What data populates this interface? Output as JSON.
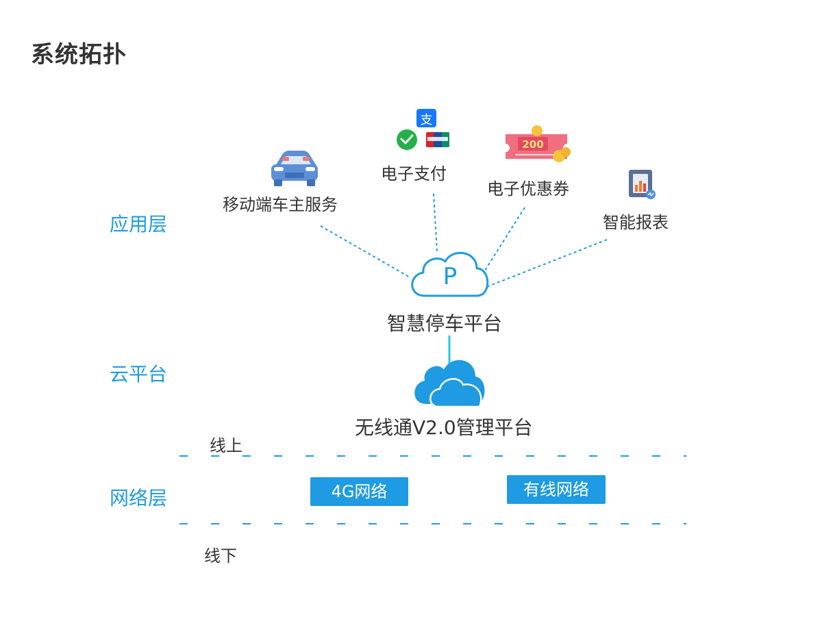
{
  "title": "系统拓扑",
  "layers": {
    "application": "应用层",
    "cloud": "云平台",
    "network": "网络层"
  },
  "apps": {
    "car_service": "移动端车主服务",
    "payment": "电子支付",
    "coupon": "电子优惠券",
    "coupon_amount": "200",
    "report": "智能报表"
  },
  "platforms": {
    "parking": "智慧停车平台",
    "parking_symbol": "P",
    "wireless": "无线通V2.0管理平台"
  },
  "network": {
    "online": "线上",
    "offline": "线下",
    "net_4g": "4G网络",
    "net_wired": "有线网络"
  },
  "colors": {
    "accent": "#1e9be2",
    "text": "#333333",
    "tag_text": "#ffffff"
  }
}
